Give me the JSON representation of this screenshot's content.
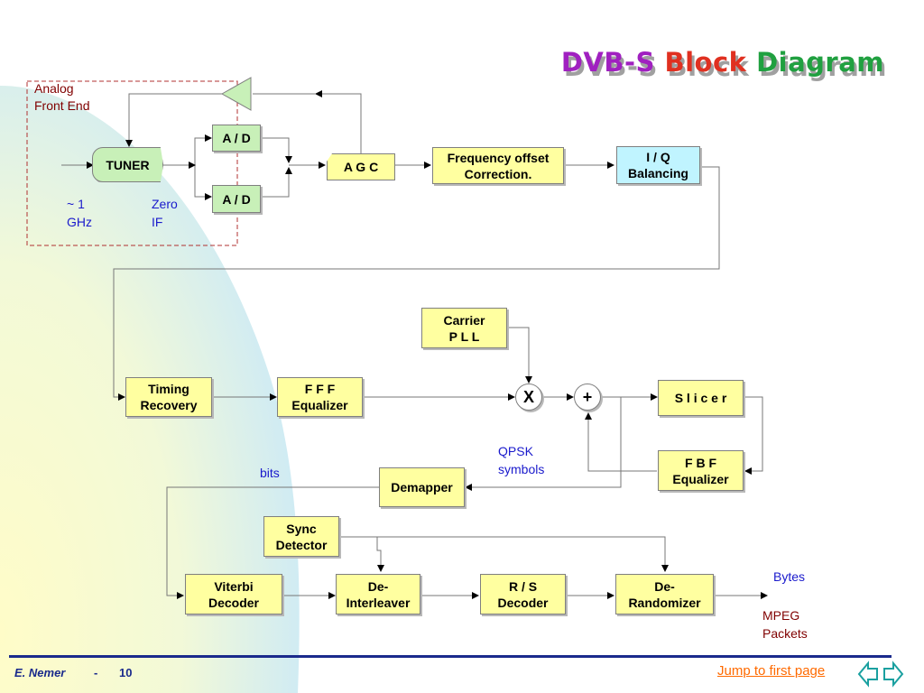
{
  "title": {
    "parts": [
      "DVB-S",
      " ",
      "Block",
      " ",
      "Diagram"
    ]
  },
  "front_end": {
    "label": "Analog\nFront End",
    "freq": "~ 1\nGHz",
    "if": "Zero\nIF"
  },
  "blocks": {
    "tuner": "TUNER",
    "ad_top": "A / D",
    "ad_bottom": "A / D",
    "agc": "A G C",
    "freq_offset": "Frequency offset\nCorrection.",
    "iq": "I / Q\nBalancing",
    "carrier_pll": "Carrier\nP L L",
    "timing": "Timing\nRecovery",
    "fff": "F F F\nEqualizer",
    "mixer": "X",
    "adder": "+",
    "slicer": "S l i c  e r",
    "fbf": "F B F\nEqualizer",
    "demapper": "Demapper",
    "sync": "Sync\nDetector",
    "viterbi": "Viterbi\nDecoder",
    "deinterleaver": "De-\nInterleaver",
    "rs": "R / S\nDecoder",
    "derandomizer": "De-\nRandomizer"
  },
  "labels": {
    "qpsk": "QPSK\nsymbols",
    "bits": "bits",
    "bytes": "Bytes",
    "mpeg": "MPEG\nPackets"
  },
  "footer": {
    "author": "E.  Nemer",
    "separator": "-",
    "page": "10",
    "jump": "Jump to first page"
  },
  "colors": {
    "box": "#ffffa0",
    "green_box": "#c8f0b8",
    "cyan_box": "#c0f4ff",
    "footer": "#1a2a8c",
    "link": "#ff6a00"
  }
}
